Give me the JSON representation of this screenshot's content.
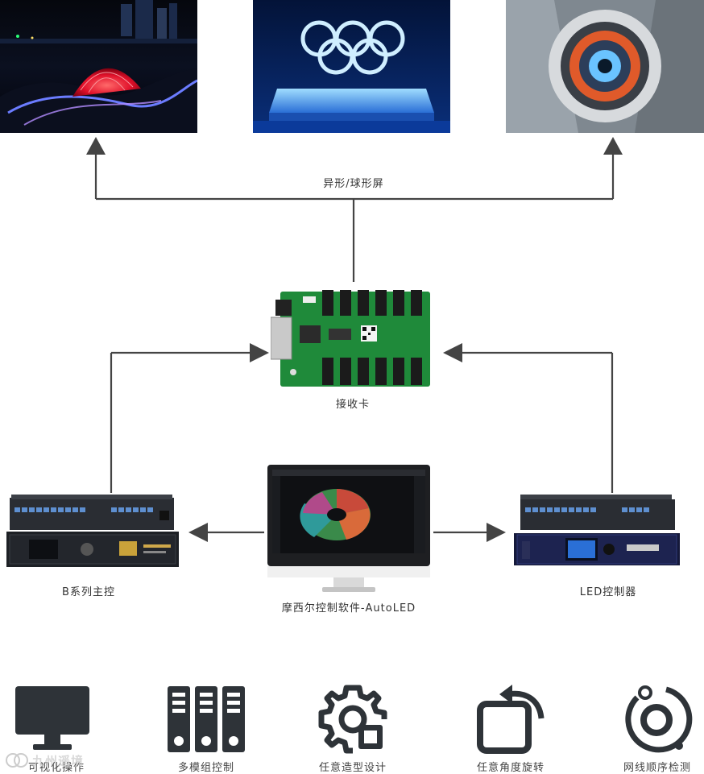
{
  "diagram": {
    "top_label": "异形/球形屏",
    "receiver_label": "接收卡",
    "left_device_label": "B系列主控",
    "center_device_label": "摩西尔控制软件-AutoLED",
    "right_device_label": "LED控制器"
  },
  "features": [
    {
      "icon": "monitor-icon",
      "label": "可视化操作"
    },
    {
      "icon": "server-modules-icon",
      "label": "多模组控制"
    },
    {
      "icon": "gear-shape-icon",
      "label": "任意造型设计"
    },
    {
      "icon": "rotate-icon",
      "label": "任意角度旋转"
    },
    {
      "icon": "orbit-icon",
      "label": "网线顺序检测"
    }
  ],
  "watermark": "九州遥境",
  "colors": {
    "arrow": "#444444",
    "icon": "#2e3338",
    "pcb": "#1f8a3a"
  }
}
